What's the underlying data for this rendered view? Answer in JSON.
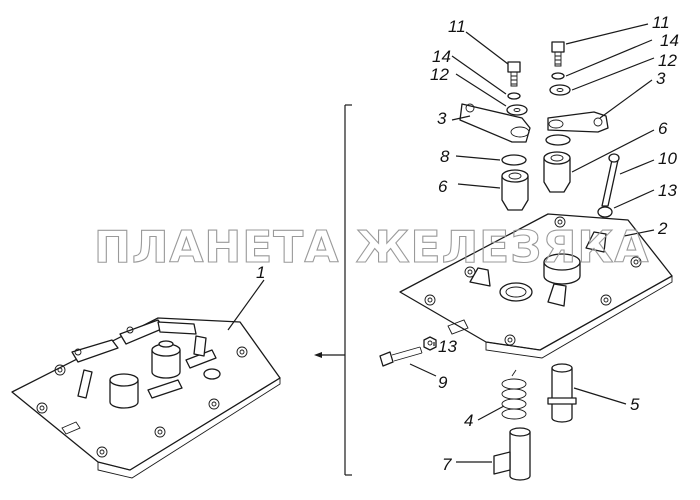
{
  "watermark": "ПЛАНЕТА ЖЕЛЕЗЯКА",
  "colors": {
    "ink": "#1a1a1a",
    "watermark": "#9a9a9a",
    "background": "#ffffff"
  },
  "callouts": {
    "c1": "1",
    "c2": "2",
    "c3a": "3",
    "c3b": "3",
    "c4": "4",
    "c5": "5",
    "c6a": "6",
    "c6b": "6",
    "c7": "7",
    "c8": "8",
    "c9": "9",
    "c10": "10",
    "c11a": "11",
    "c11b": "11",
    "c12a": "12",
    "c12b": "12",
    "c13a": "13",
    "c13b": "13",
    "c14a": "14",
    "c14b": "14"
  }
}
